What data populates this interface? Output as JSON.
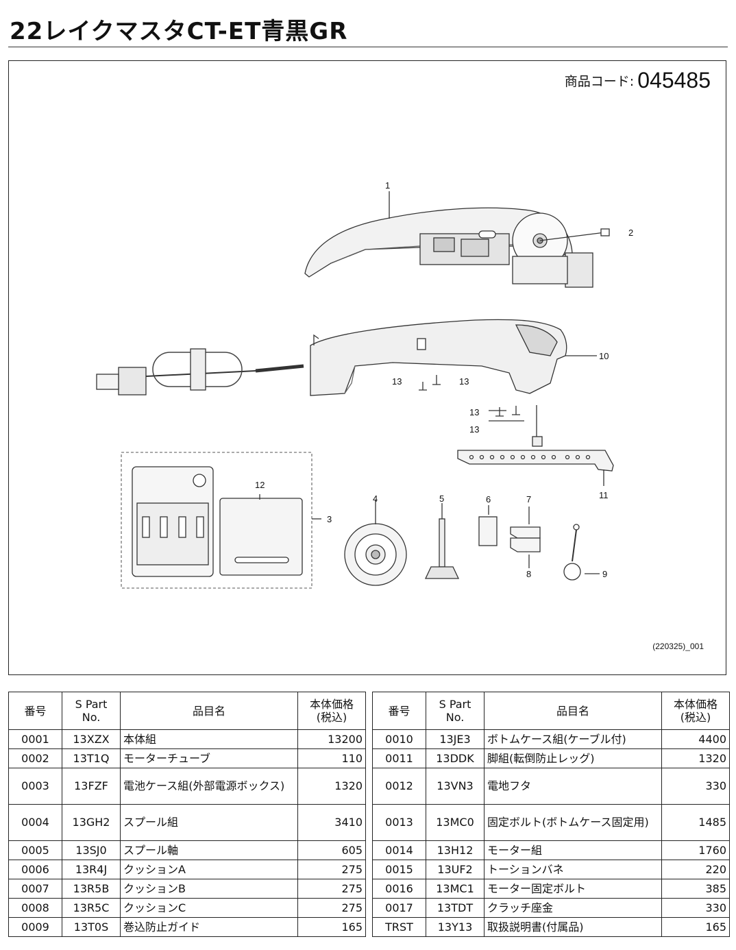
{
  "header": {
    "title": "22レイクマスタCT-ET青黒GR",
    "product_code_label": "商品コード:",
    "product_code": "045485"
  },
  "diagram": {
    "callouts": [
      "1",
      "2",
      "3",
      "4",
      "5",
      "6",
      "7",
      "8",
      "9",
      "10",
      "11",
      "12",
      "13"
    ],
    "revision": "(220325)_001"
  },
  "table_headers": {
    "no": "番号",
    "part_no_line1": "S Part",
    "part_no_line2": "No.",
    "name": "品目名",
    "price_line1": "本体価格",
    "price_line2": "(税込)"
  },
  "left_rows": [
    {
      "no": "0001",
      "part": "13XZX",
      "name": "本体組",
      "price": "13200"
    },
    {
      "no": "0002",
      "part": "13T1Q",
      "name": "モーターチューブ",
      "price": "110"
    },
    {
      "no": "0003",
      "part": "13FZF",
      "name": "電池ケース組(外部電源ボックス)",
      "price": "1320"
    },
    {
      "no": "0004",
      "part": "13GH2",
      "name": "スプール組",
      "price": "3410"
    },
    {
      "no": "0005",
      "part": "13SJ0",
      "name": "スプール軸",
      "price": "605"
    },
    {
      "no": "0006",
      "part": "13R4J",
      "name": "クッションA",
      "price": "275"
    },
    {
      "no": "0007",
      "part": "13R5B",
      "name": "クッションB",
      "price": "275"
    },
    {
      "no": "0008",
      "part": "13R5C",
      "name": "クッションC",
      "price": "275"
    },
    {
      "no": "0009",
      "part": "13T0S",
      "name": "巻込防止ガイド",
      "price": "165"
    }
  ],
  "right_rows": [
    {
      "no": "0010",
      "part": "13JE3",
      "name": "ボトムケース組(ケーブル付)",
      "price": "4400"
    },
    {
      "no": "0011",
      "part": "13DDK",
      "name": "脚組(転倒防止レッグ)",
      "price": "1320"
    },
    {
      "no": "0012",
      "part": "13VN3",
      "name": "電地フタ",
      "price": "330"
    },
    {
      "no": "0013",
      "part": "13MC0",
      "name": "固定ボルト(ボトムケース固定用)",
      "price": "1485"
    },
    {
      "no": "0014",
      "part": "13H12",
      "name": "モーター組",
      "price": "1760"
    },
    {
      "no": "0015",
      "part": "13UF2",
      "name": "トーションバネ",
      "price": "220"
    },
    {
      "no": "0016",
      "part": "13MC1",
      "name": "モーター固定ボルト",
      "price": "385"
    },
    {
      "no": "0017",
      "part": "13TDT",
      "name": "クラッチ座金",
      "price": "330"
    },
    {
      "no": "TRST",
      "part": "13Y13",
      "name": "取扱説明書(付属品)",
      "price": "165"
    }
  ]
}
